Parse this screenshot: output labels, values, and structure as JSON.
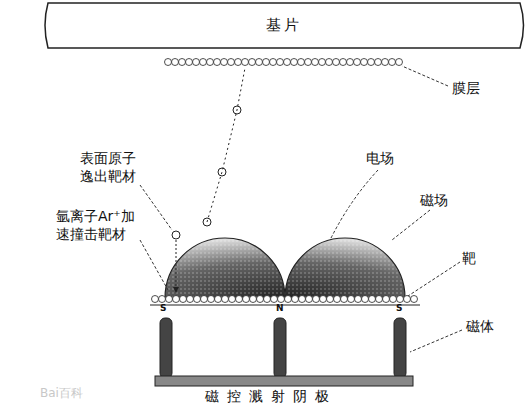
{
  "diagram": {
    "nodes": [
      {
        "text": [
          "基片"
        ]
      }
    ],
    "labels": [
      "膜层",
      "表面原子 逸出靶材",
      "氩离子Ar⁺加 速撞击靶材",
      "电场",
      "磁场",
      "靶",
      "磁体",
      "S",
      "N",
      "S",
      "磁控溅射阴极",
      "Bai百科"
    ]
  }
}
